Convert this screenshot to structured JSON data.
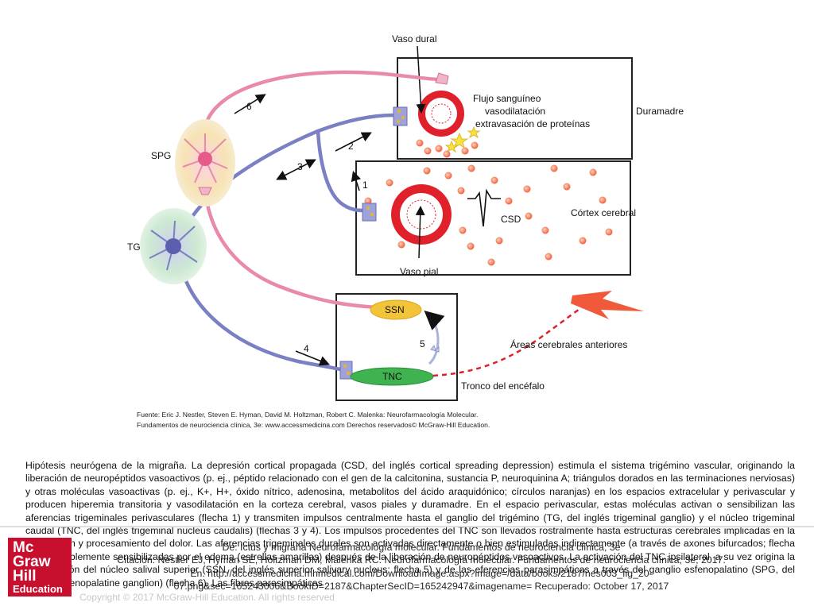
{
  "figure": {
    "labels": {
      "vaso_dural": "Vaso dural",
      "flujo": "Flujo sanguíneo",
      "vasodilatacion": "vasodilatación",
      "extravasacion": "extravasación de proteínas",
      "duramadre": "Duramadre",
      "csd": "CSD",
      "cortex": "Córtex cerebral",
      "vaso_pial": "Vaso pial",
      "spg": "SPG",
      "tg": "TG",
      "ssn": "SSN",
      "tnc": "TNC",
      "tronco": "Tronco del encéfalo",
      "areas": "Áreas cerebrales anteriores"
    },
    "arrows": {
      "a1": "1",
      "a2": "2",
      "a3": "3",
      "a4": "4",
      "a5": "5",
      "a6": "6"
    },
    "source_line1": "Fuente: Eric J. Nestler, Steven E. Hyman, David M. Holtzman, Robert C. Malenka: Neurofarmacología Molecular.",
    "source_line2": "Fundamentos de neurociencia clínica, 3e: www.accessmedicina.com Derechos reservados© McGraw-Hill Education."
  },
  "caption": "Hipótesis neurógena de la migraña. La depresión cortical propagada (CSD, del inglés cortical spreading depression) estimula el sistema trigémino vascular, originando la liberación de neuropéptidos vasoactivos (p. ej., péptido relacionado con el gen de la calcitonina, sustancia P, neuroquinina A; triángulos dorados en las terminaciones nerviosas) y otras moléculas vasoactivas (p. ej., K+, H+, óxido nítrico, adenosina, metabolitos del ácido araquidónico; círculos naranjas) en los espacios extracelular y perivascular y producen hiperemia transitoria y vasodilatación en la corteza cerebral, vasos piales y duramadre. En el espacio perivascular, estas moléculas activan o sensibilizan las aferencias trigeminales perivasculares (flecha 1) y transmiten impulsos centralmente hasta el ganglio del trigémino (TG, del inglés trigeminal ganglio) y el núcleo trigeminal caudal (TNC, del inglés trigeminal nucleus caudalis) (flechas 3 y 4). Los impulsos procedentes del TNC son llevados rostralmente hasta estructuras cerebrales implicadas en la transmisión y procesamiento del dolor. Las aferencias trigeminales durales son activadas directamente o bien estimuladas indirectamente (a través de axones bifurcados; flecha 2) y probablemente sensibilizadas por el edema (estrellas amarillas) después de la liberación de neuropéptidos vasoactivos. La activación del TNC ipsilateral, a su vez origina la estimulación del núcleo salival superior (SSN, del inglés superior salivary nucleus; flecha 5) y de las eferencias parasimpáticas a través del ganglio esfenopalatino (SPG, del inglés sphenopalatine ganglion) (flecha 6). Las fibras parasimpáticas",
  "citation": {
    "line1": "De: Ictus y migraña Neurofarmacología molecular. Fundamentos de neurociencia clínica, 3e",
    "line2": "Citación: Nestler EJ, Hyman SE, Holtzman DM, Malenka RC. Neurofarmacología molecular. Fundamentos de neurociencia clínica, 3e; 2017.",
    "line3": "En: http://accessmedicina.mhmedical.com/DownloadImage.aspx?image=/data/books/2187/nes003_fig_20-",
    "line4": "07.png&sec=165243006&BookID=2187&ChapterSecID=165242947&imagename= Recuperado: October 17, 2017"
  },
  "copyright": "Copyright © 2017 McGraw-Hill Education. All rights reserved",
  "logo": {
    "line1": "Mc",
    "line2": "Graw",
    "line3": "Hill",
    "line4": "Education"
  },
  "colors": {
    "pink": "#e98aaa",
    "purple": "#7b7fc4",
    "vessel_red": "#e0202a",
    "orange_dot": "#f2774a",
    "gold": "#e2b53a",
    "green": "#3fb34f",
    "ssn_yellow": "#f2c43a",
    "brand_red": "#c8102e"
  }
}
